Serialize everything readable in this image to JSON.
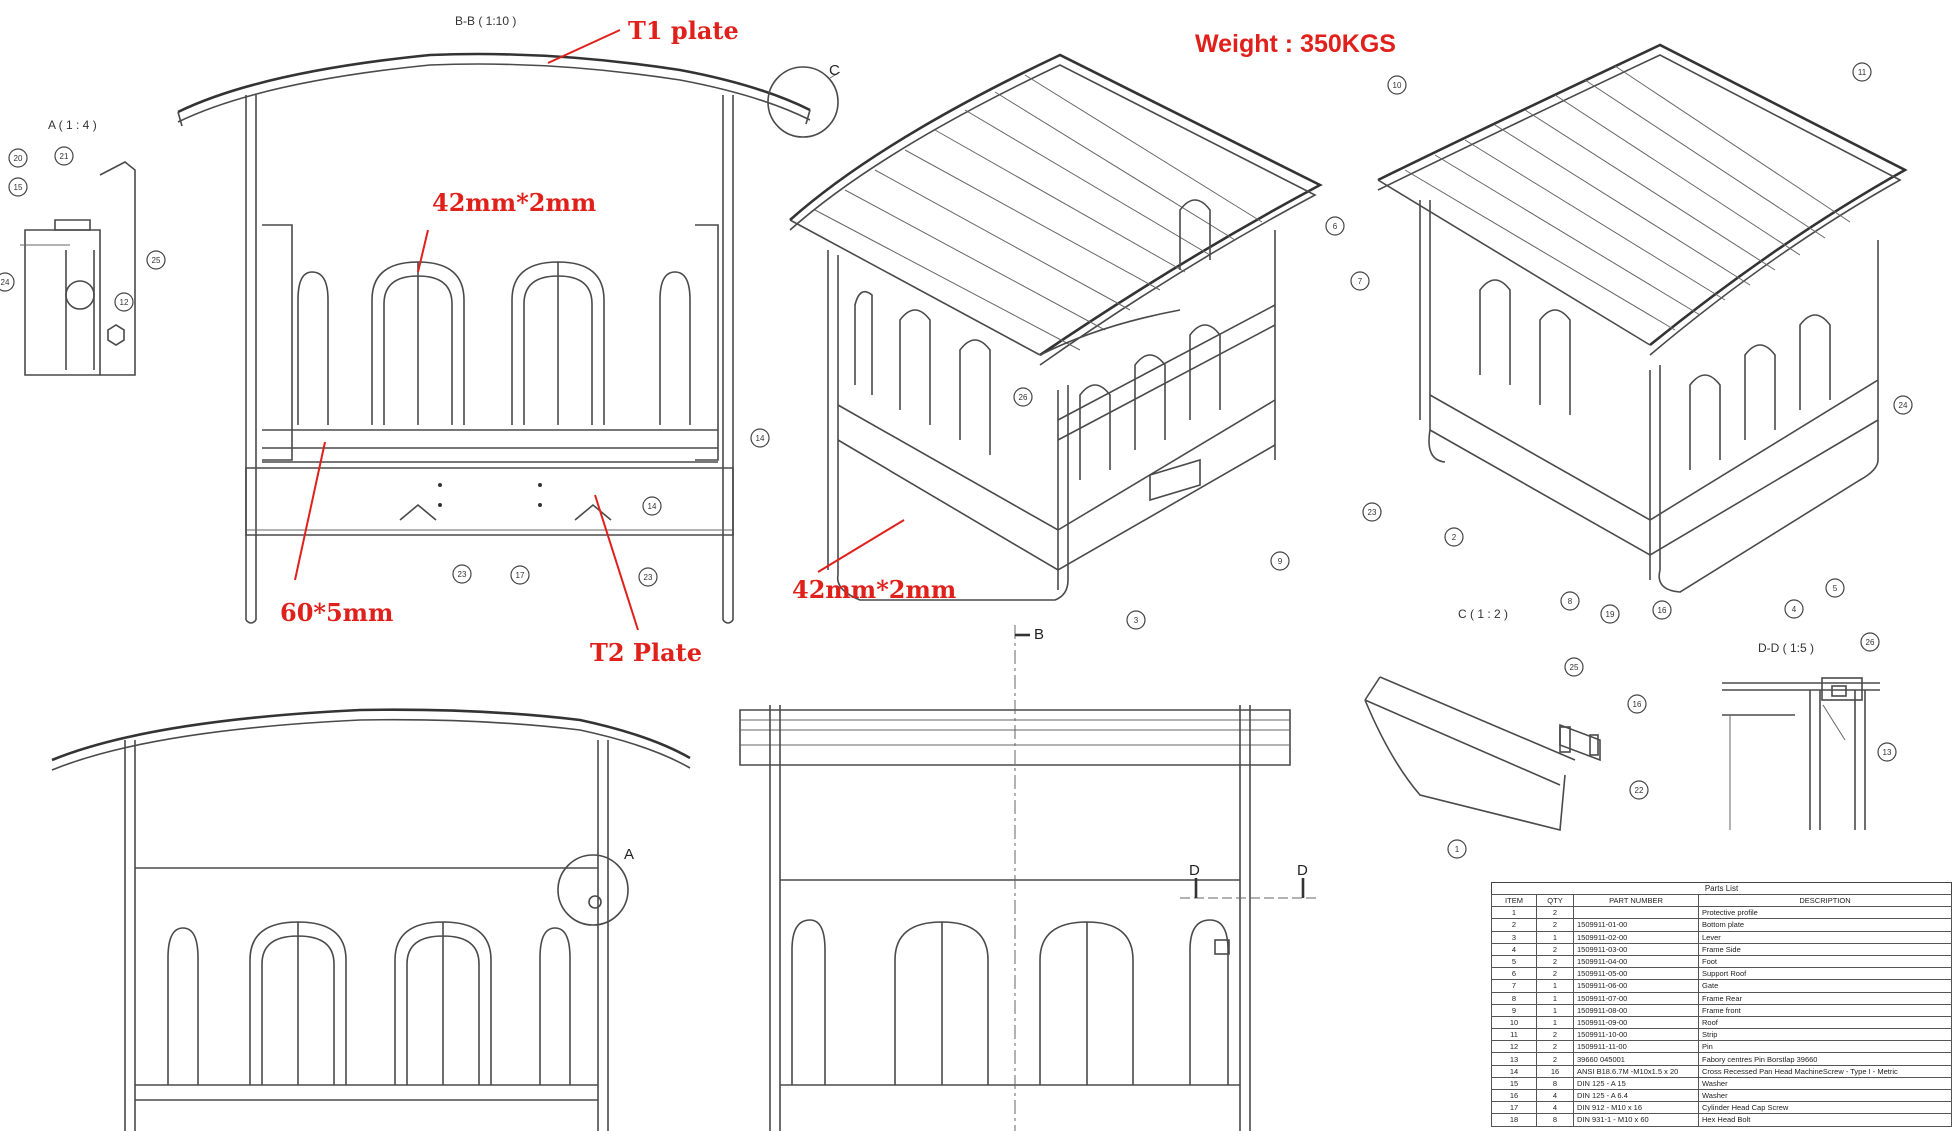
{
  "view_labels": {
    "section_bb": "B-B ( 1:10 )",
    "detail_a": "A ( 1 : 4 )",
    "detail_c": "C ( 1 : 2 )",
    "section_dd": "D-D ( 1:5 )"
  },
  "annotations": {
    "t1_plate": "T1  plate",
    "weight": "Weight : 350KGS",
    "tube_upper": "42mm*2mm",
    "tube_lower": "42mm*2mm",
    "flat_bar": "60*5mm",
    "t2_plate": "T2 Plate"
  },
  "section_letters": {
    "c_marker": "C",
    "a_marker": "A",
    "b_marker": "B",
    "d_left": "D",
    "d_right": "D"
  },
  "balloons": {
    "detail_a": [
      "20",
      "21",
      "15",
      "25",
      "24",
      "12"
    ],
    "section_bb": [
      "14",
      "14",
      "23",
      "17",
      "23"
    ],
    "iso_left": [
      "6",
      "26",
      "3",
      "9"
    ],
    "iso_right": [
      "10",
      "11",
      "7",
      "24",
      "23",
      "2",
      "8",
      "19",
      "16",
      "4",
      "5"
    ],
    "detail_c": [
      "25",
      "16",
      "22",
      "1"
    ],
    "section_dd": [
      "26",
      "13"
    ]
  },
  "parts_list": {
    "title": "Parts List",
    "headers": [
      "ITEM",
      "QTY",
      "PART NUMBER",
      "DESCRIPTION"
    ],
    "rows": [
      [
        "1",
        "2",
        "",
        "Protective profile"
      ],
      [
        "2",
        "2",
        "1509911-01-00",
        "Bottom plate"
      ],
      [
        "3",
        "1",
        "1509911-02-00",
        "Lever"
      ],
      [
        "4",
        "2",
        "1509911-03-00",
        "Frame Side"
      ],
      [
        "5",
        "2",
        "1509911-04-00",
        "Foot"
      ],
      [
        "6",
        "2",
        "1509911-05-00",
        "Support Roof"
      ],
      [
        "7",
        "1",
        "1509911-06-00",
        "Gate"
      ],
      [
        "8",
        "1",
        "1509911-07-00",
        "Frame Rear"
      ],
      [
        "9",
        "1",
        "1509911-08-00",
        "Frame front"
      ],
      [
        "10",
        "1",
        "1509911-09-00",
        "Roof"
      ],
      [
        "11",
        "2",
        "1509911-10-00",
        "Strip"
      ],
      [
        "12",
        "2",
        "1509911-11-00",
        "Pin"
      ],
      [
        "13",
        "2",
        "39660 045001",
        "Fabory centres Pin Borstlap 39660"
      ],
      [
        "14",
        "16",
        "ANSI B18.6.7M -M10x1.5 x 20",
        "Cross Recessed Pan Head MachineScrew - Type I - Metric"
      ],
      [
        "15",
        "8",
        "DIN 125 - A 15",
        "Washer"
      ],
      [
        "16",
        "4",
        "DIN 125 - A 6.4",
        "Washer"
      ],
      [
        "17",
        "4",
        "DIN 912 - M10 x 16",
        "Cylinder Head Cap Screw"
      ],
      [
        "18",
        "8",
        "DIN 931-1 - M10 x 60",
        "Hex Head Bolt"
      ]
    ]
  }
}
